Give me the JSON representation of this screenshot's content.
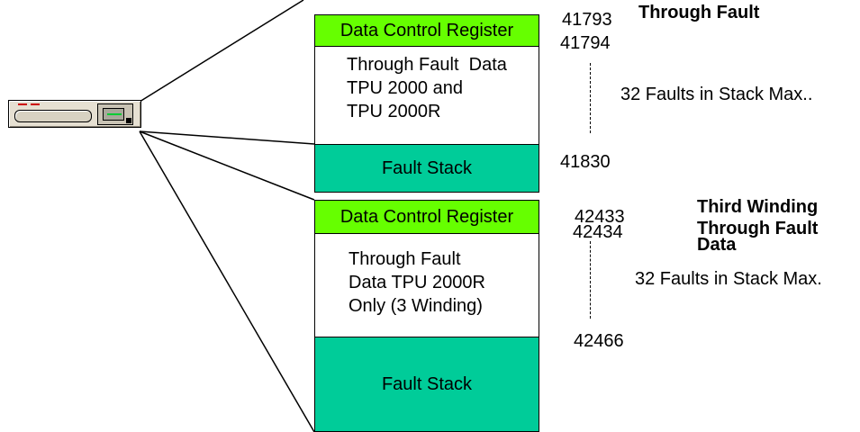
{
  "upper": {
    "header": "Data Control Register",
    "description": [
      "Through Fault  Data",
      "TPU 2000 and",
      "TPU 2000R"
    ],
    "stack": "Fault Stack",
    "addr_start": "41793",
    "addr_data": "41794",
    "addr_end": "41830",
    "title": "Through Fault",
    "note": "32 Faults in Stack Max.."
  },
  "lower": {
    "header": "Data Control Register",
    "description": [
      "Through Fault",
      "Data TPU 2000R",
      "Only (3 Winding)"
    ],
    "stack": "Fault Stack",
    "addr_start": "42433",
    "addr_data": "42434",
    "addr_end": "42466",
    "title": [
      "Third Winding",
      "Through Fault",
      "Data"
    ],
    "note": "32 Faults in Stack Max."
  },
  "colors": {
    "header_green": "#66ff00",
    "stack_teal": "#00cc99"
  },
  "icons": {
    "device": "relay-device-icon"
  }
}
